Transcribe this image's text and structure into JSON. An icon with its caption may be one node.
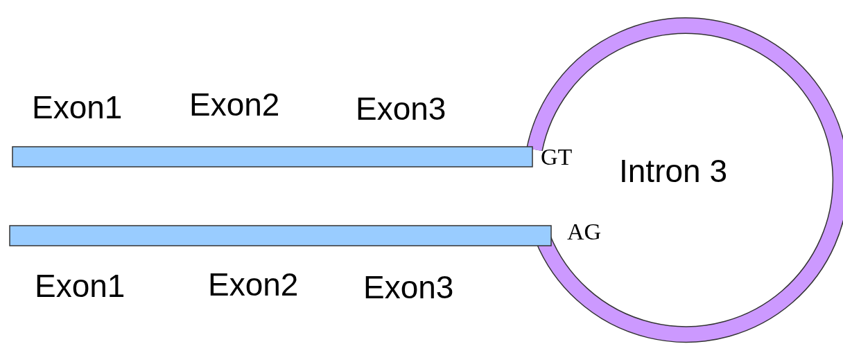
{
  "diagram": {
    "labels": [
      "Exon1",
      "Exon2",
      "Exon3",
      "GT",
      "Intron 3",
      "AG",
      "Exon1",
      "Exon2",
      "Exon3"
    ]
  }
}
